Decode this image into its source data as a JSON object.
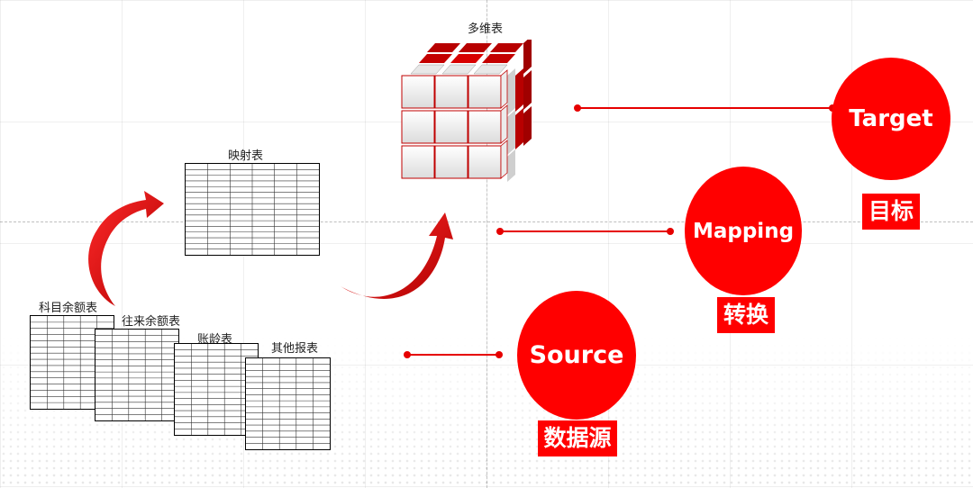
{
  "labels": {
    "cube": "多维表",
    "mapping_table": "映射表",
    "table1": "科目余额表",
    "table2": "往来余额表",
    "table3": "账龄表",
    "table4": "其他报表"
  },
  "circles": {
    "target": "Target",
    "mapping": "Mapping",
    "source": "Source"
  },
  "tags": {
    "target": "目标",
    "mapping": "转换",
    "source": "数据源"
  },
  "colors": {
    "accent": "#ff0000",
    "line": "#e60000",
    "cube_red": "#c00000",
    "cube_gray": "#e0e0e0"
  }
}
